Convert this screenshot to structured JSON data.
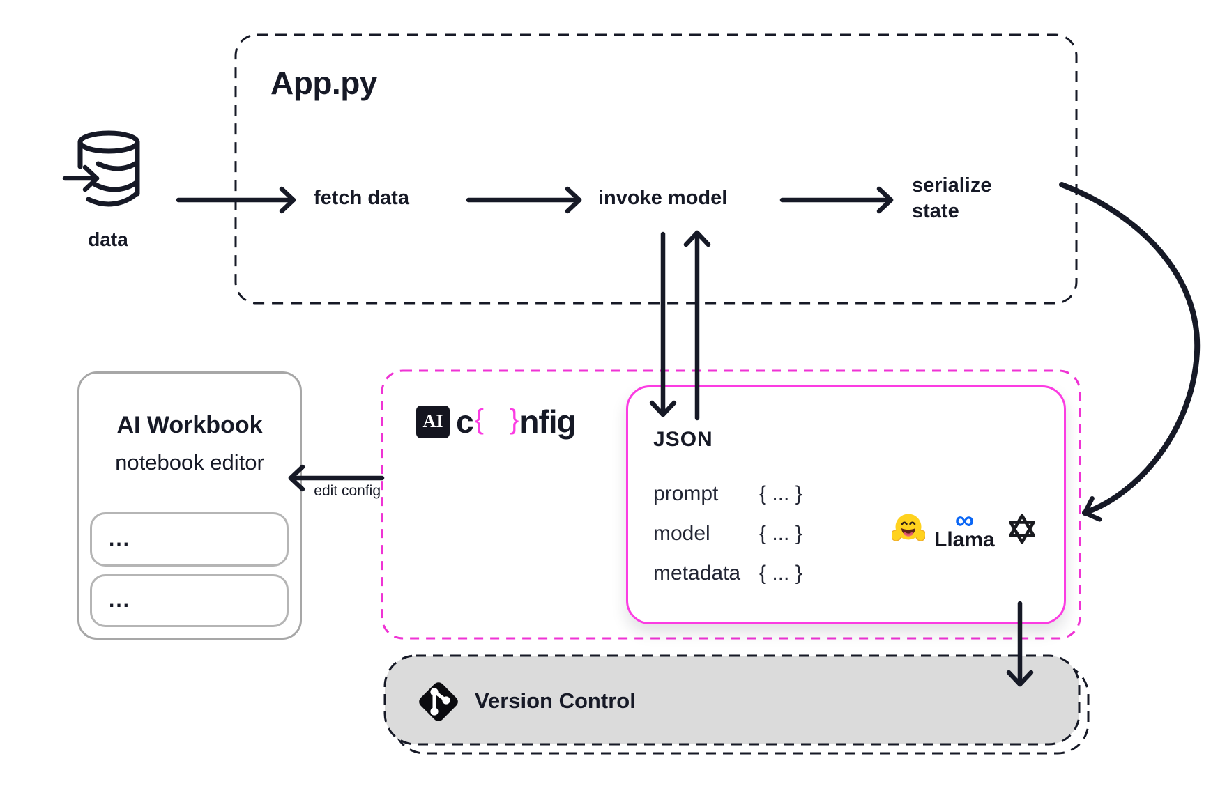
{
  "colors": {
    "ink": "#161926",
    "magenta_dashed": "#ef33d4",
    "magenta_solid": "#fb3ce2",
    "version_control_fill": "#dbdbdb",
    "meta_blue": "#0a66f5",
    "huggingface_yellow": "#ffd21e",
    "workbook_border_gray": "#a7a7a7"
  },
  "app_box": {
    "title": "App.py",
    "steps": [
      "fetch data",
      "invoke model",
      "serialize state"
    ]
  },
  "data_node": {
    "label": "data"
  },
  "config_box": {
    "logo_badge": "AI",
    "logo_c": "c",
    "logo_open_brace": "{",
    "logo_close_brace": "}",
    "logo_rest": "nfig",
    "edit_config_label": "edit config"
  },
  "json_box": {
    "title": "JSON",
    "rows": [
      {
        "key": "prompt",
        "value": "{ ... }"
      },
      {
        "key": "model",
        "value": "{ ... }"
      },
      {
        "key": "metadata",
        "value": "{ ... }"
      }
    ],
    "providers": {
      "meta_infinity": "∞",
      "llama_label": "Llama"
    }
  },
  "workbook": {
    "title": "AI Workbook",
    "subtitle": "notebook editor",
    "cells": [
      "...",
      "..."
    ]
  },
  "version_control": {
    "label": "Version Control"
  }
}
